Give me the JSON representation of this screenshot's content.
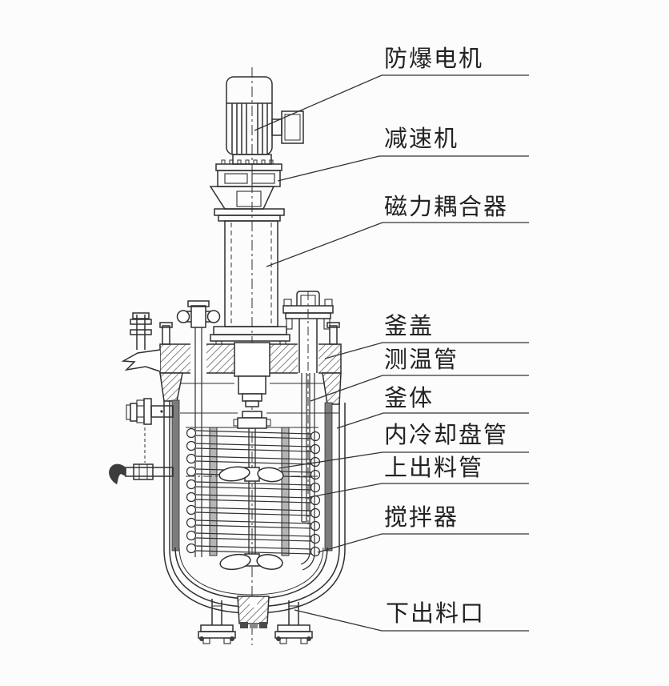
{
  "page": {
    "background": "#fcfcfc",
    "line_color": "#2f2f2f",
    "label_color": "#222222"
  },
  "labels": [
    {
      "id": "explosion-proof-motor",
      "text": "防爆电机"
    },
    {
      "id": "reducer",
      "text": "减速机"
    },
    {
      "id": "magnetic-coupler",
      "text": "磁力耦合器"
    },
    {
      "id": "kettle-lid",
      "text": "釜盖"
    },
    {
      "id": "temperature-tube",
      "text": "测温管"
    },
    {
      "id": "kettle-body",
      "text": "釜体"
    },
    {
      "id": "inner-cooling-coil",
      "text": "内冷却盘管"
    },
    {
      "id": "upper-discharge-pipe",
      "text": "上出料管"
    },
    {
      "id": "agitator",
      "text": "搅拌器"
    },
    {
      "id": "bottom-discharge-port",
      "text": "下出料口"
    }
  ]
}
